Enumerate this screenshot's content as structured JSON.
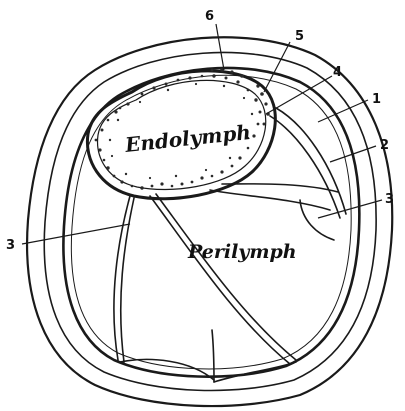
{
  "regions": {
    "endolymph": "Endolymph",
    "perilymph": "Perilymph"
  },
  "labels": {
    "n1": "1",
    "n2": "2",
    "n3_left": "3",
    "n3_right": "3",
    "n4": "4",
    "n5": "5",
    "n6": "6"
  },
  "colors": {
    "ink": "#1a1a1a",
    "background": "#ffffff"
  }
}
